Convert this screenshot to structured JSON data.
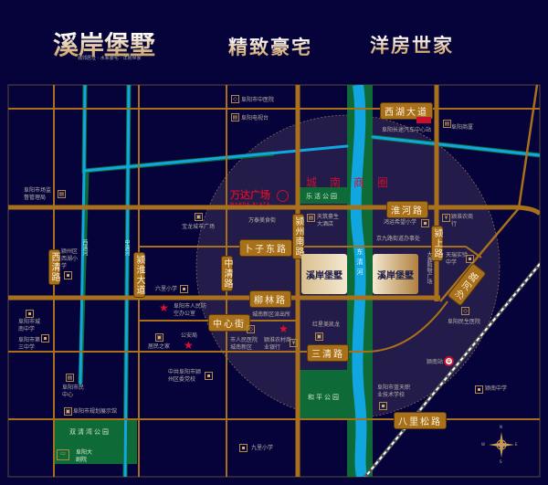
{
  "header": {
    "logo": "溪岸堡墅",
    "tagline": "城郊居址 · 水系豪宅 · 洋房世家",
    "slogan_1": "精致豪宅",
    "slogan_2": "洋房世家"
  },
  "colors": {
    "background": "#05033a",
    "road": "#a8701a",
    "river": "#12a6e0",
    "park": "#0e6a36",
    "zone": "#231c4a",
    "accent_red": "#c8102e"
  },
  "roads": {
    "xihu": "西湖大道",
    "huaihe": "淮河路",
    "buzi": "卜子东路",
    "liulin": "柳林路",
    "zhongxin": "中心街",
    "sanqing": "三清路",
    "balisong": "八里松路",
    "xiqing": "西清路",
    "yinghuai": "颍淮大道",
    "zhongqing": "中清路",
    "yingzhounan": "颍州南路",
    "yingshang": "颍上路",
    "shahe": "沙河路"
  },
  "rivers": {
    "xiqing": "西清河",
    "zhongqing": "中清河",
    "dongqing": "东清河"
  },
  "parks": {
    "lehuo": "乐活公园",
    "heping": "和平公园",
    "shuangqingwan": "双清湾公园"
  },
  "zone": "城南商圈",
  "wanda": {
    "name": "万达广场",
    "en": "WANDA PLAZA"
  },
  "project": {
    "name": "溪岸堡墅"
  },
  "pois": {
    "zhongyiyuan": "阜阳市中医院",
    "dianshitai": "阜阳电视台",
    "shichang": "阜阳市场监督管理局",
    "baolong": "宝龙城市广场",
    "wantai": "万泰美食街",
    "haosheng": "天筑豪生大酒店",
    "qiche": "阜阳长途汽车中心站",
    "shangsha": "阜阳商厦",
    "hongyun": "鸿运希望小学",
    "jingjiu": "京九路街道办事处",
    "nongshang": "颍淮农商行",
    "daxin": "大鑫购物广场",
    "tianrui": "天瑞实验中学",
    "minsheng": "阜阳民生医院",
    "paichusuo": "城南新区派出所",
    "hongxing": "红星美凯龙",
    "renmin": "市人民医院城南新区",
    "nongcun": "颍淮农村商业银行",
    "gonganju": "公安局",
    "renfang": "阜阳市人民防空办公室",
    "jumin": "居民之家",
    "liuli": "六里小学",
    "dangxiao": "中共阜阳市颍州区委党校",
    "shimin": "阜阳市民中心",
    "guihua": "阜阳市规划展示馆",
    "dajuyuan": "阜阳大剧院",
    "jiuli": "九里小学",
    "xihu_school": "颍州区西湖小学",
    "chengnan": "阜阳市城南中学",
    "disan": "阜阳市第三中学",
    "yingnanzhan": "颍南站",
    "lantian": "阜阳市蓝天职业技术学校",
    "yingnan_school": "颍南中学"
  },
  "compass": {
    "n": "N",
    "s": "S",
    "e": "E",
    "w": "W"
  }
}
